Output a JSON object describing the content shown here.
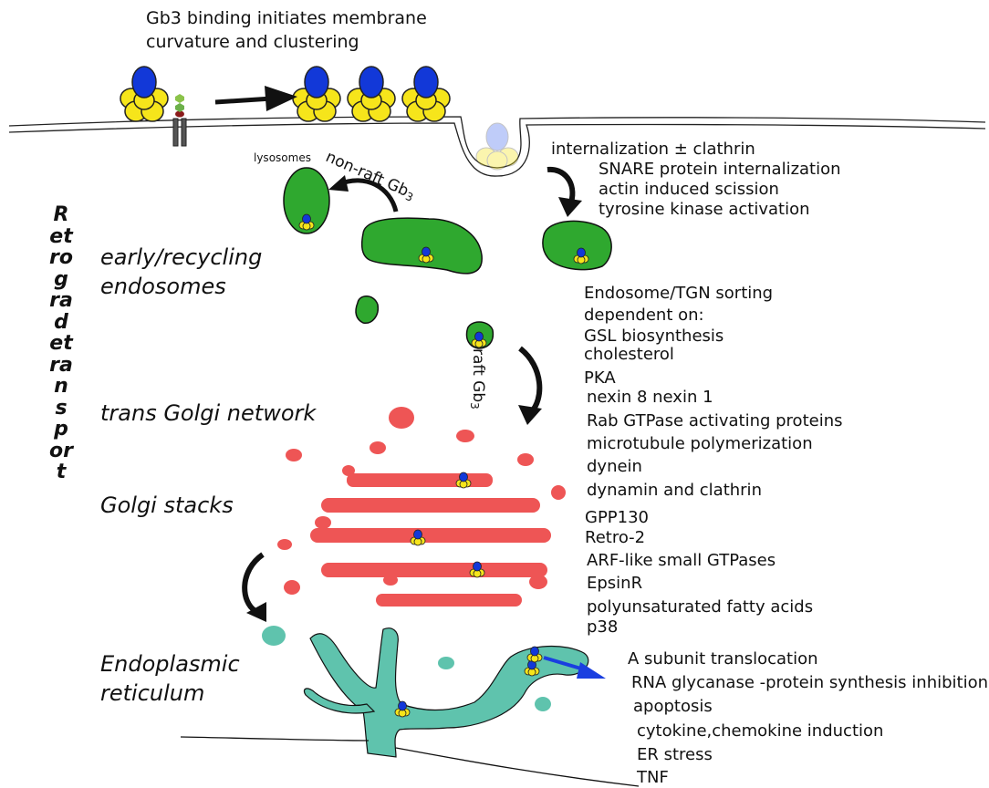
{
  "header": {
    "line1": "Gb3 binding initiates membrane",
    "line2": "curvature and clustering"
  },
  "labels": {
    "lysosomes": "lysosomes",
    "non_raft": "non-raft Gb",
    "non_raft_sub": "3",
    "raft": "raft Gb",
    "raft_sub": "3",
    "internalization": "internalization ± clathrin"
  },
  "internalization_list": [
    "SNARE protein internalization",
    "actin induced scission",
    "tyrosine kinase  activation"
  ],
  "regions": {
    "early_line1": "early/recycling",
    "early_line2": "endosomes",
    "tgn": "trans Golgi network",
    "golgi": "Golgi stacks",
    "er_line1": "Endoplasmic",
    "er_line2": "reticulum"
  },
  "vertical_label": "Retrogradetransport",
  "sorting_list": [
    "Endosome/TGN sorting",
    "dependent on:",
    "GSL biosynthesis",
    "cholesterol",
    "PKA",
    "nexin 8  nexin 1",
    "Rab GTPase  activating proteins",
    "microtubule polymerization",
    "dynein",
    "dynamin and clathrin",
    "GPP130",
    "Retro-2",
    "ARF-like small GTPases",
    "EpsinR",
    "polyunsaturated fatty acids",
    "p38"
  ],
  "effects_list": [
    "A subunit translocation",
    "RNA glycanase -protein synthesis inhibition",
    "apoptosis",
    "cytokine,chemokine induction",
    "ER stress",
    "TNF"
  ],
  "colors": {
    "endosome": "#2fa82f",
    "golgi": "#ee5555",
    "er": "#5fc3ad",
    "toxin_b": "#f6e51b",
    "toxin_a": "#1238d8",
    "translocation_arrow": "#1a3fe0"
  }
}
